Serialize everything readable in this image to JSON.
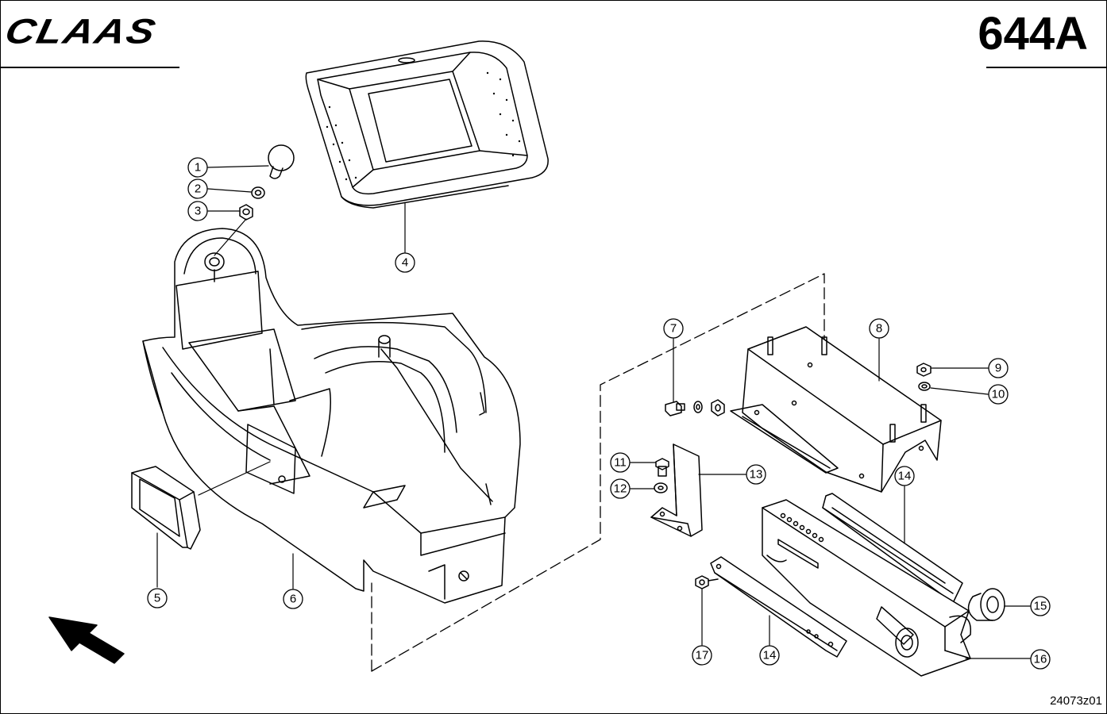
{
  "header": {
    "brand": "CLAAS",
    "page_number": "644A"
  },
  "footer": {
    "drawing_ref": "24073z01"
  },
  "callouts": [
    {
      "id": "c1",
      "label": "1"
    },
    {
      "id": "c2",
      "label": "2"
    },
    {
      "id": "c3",
      "label": "3"
    },
    {
      "id": "c4",
      "label": "4"
    },
    {
      "id": "c5",
      "label": "5"
    },
    {
      "id": "c6",
      "label": "6"
    },
    {
      "id": "c7",
      "label": "7"
    },
    {
      "id": "c8",
      "label": "8"
    },
    {
      "id": "c9",
      "label": "9"
    },
    {
      "id": "c10",
      "label": "10"
    },
    {
      "id": "c11",
      "label": "11"
    },
    {
      "id": "c12",
      "label": "12"
    },
    {
      "id": "c13",
      "label": "13"
    },
    {
      "id": "c14a",
      "label": "14"
    },
    {
      "id": "c14b",
      "label": "14"
    },
    {
      "id": "c15",
      "label": "15"
    },
    {
      "id": "c16",
      "label": "16"
    },
    {
      "id": "c17",
      "label": "17"
    }
  ]
}
